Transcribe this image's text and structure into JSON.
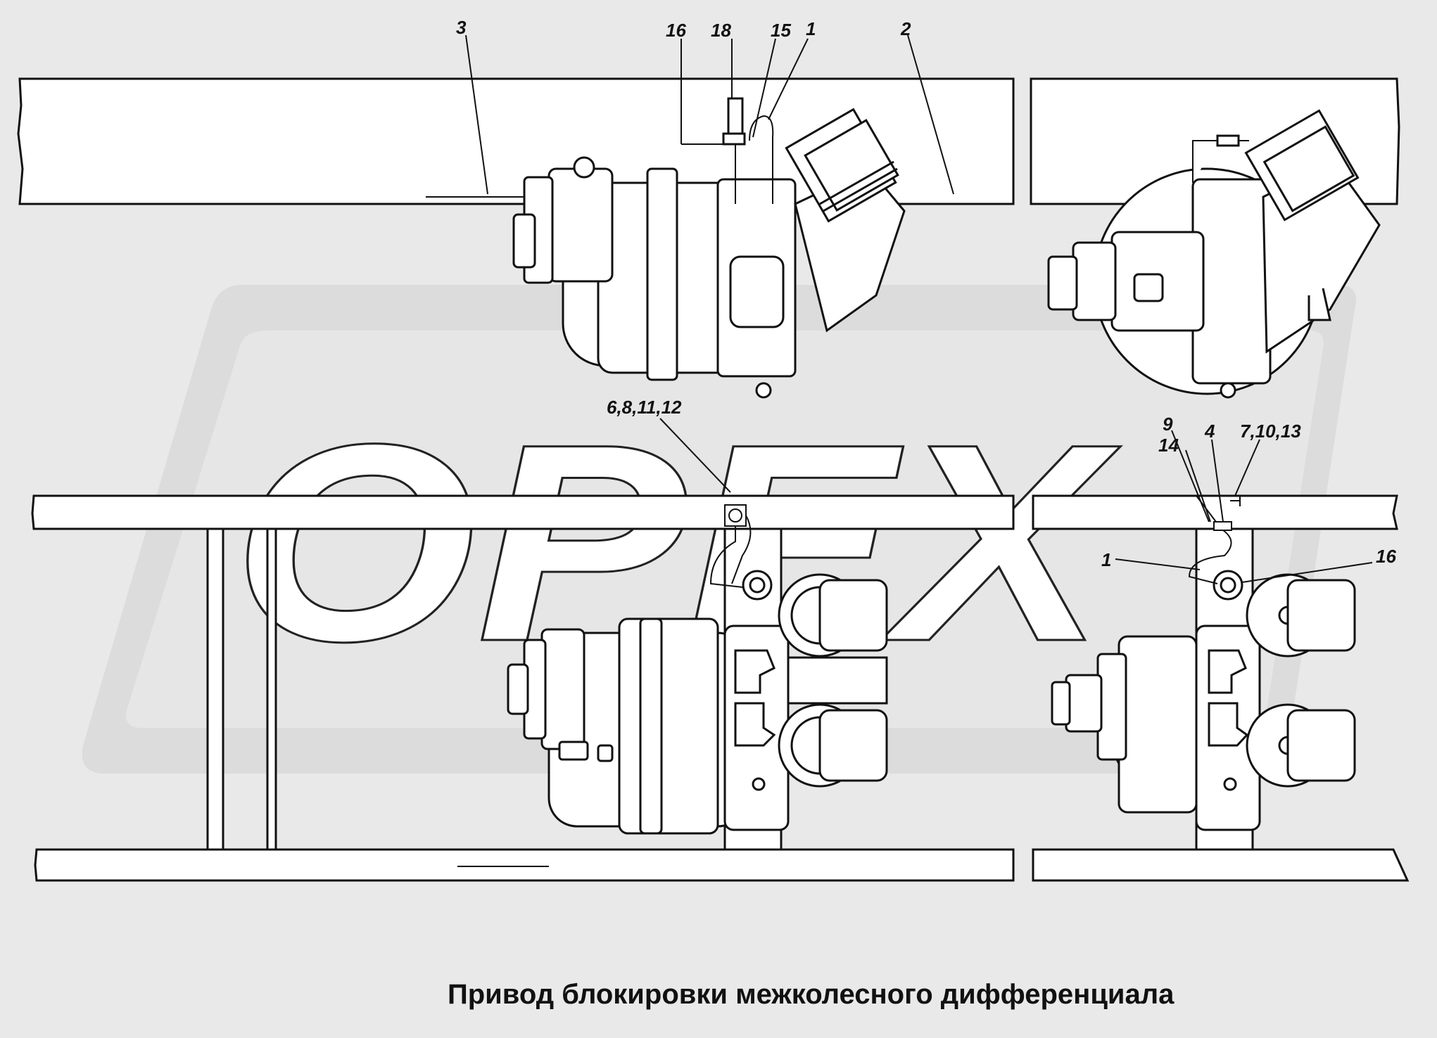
{
  "watermark": {
    "text": "ОРЕХ",
    "color": "#d8d8d8"
  },
  "callouts": {
    "top_view": {
      "c3": "3",
      "c16": "16",
      "c18": "18",
      "c15": "15",
      "c1": "1",
      "c2": "2"
    },
    "bottom_view": {
      "c6_8_11_12": "6,8,11,12",
      "c9": "9",
      "c14": "14",
      "c4": "4",
      "c7_10_13": "7,10,13",
      "c1": "1",
      "c16": "16"
    }
  },
  "caption": "Привод блокировки межколесного дифференциала"
}
